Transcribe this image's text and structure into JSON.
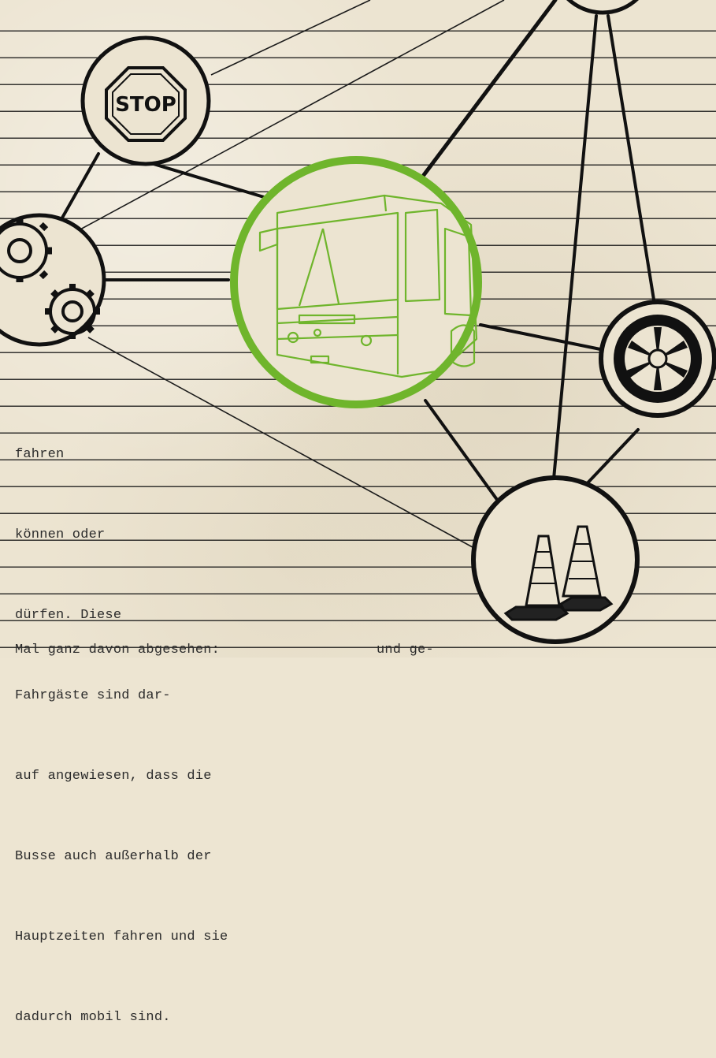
{
  "background": {
    "paper_color": "#ece4d1",
    "line_color": "#1a1a1a"
  },
  "accent_color": "#6fb52c",
  "icons": {
    "center": "bus-icon",
    "nodes": [
      "stop-sign-icon",
      "gears-icon",
      "wheel-icon",
      "traffic-cones-icon"
    ]
  },
  "stop_sign": {
    "label": "STOP"
  },
  "paragraph": {
    "lines": [
      "fahren",
      "können oder",
      "dürfen. Diese",
      "Fahrgäste sind dar-",
      "auf angewiesen, dass die",
      "Busse auch außerhalb der",
      "Hauptzeiten fahren und sie",
      "dadurch mobil sind."
    ]
  },
  "footer": {
    "left": "Mal ganz davon abgesehen:",
    "right": "und ge-"
  }
}
